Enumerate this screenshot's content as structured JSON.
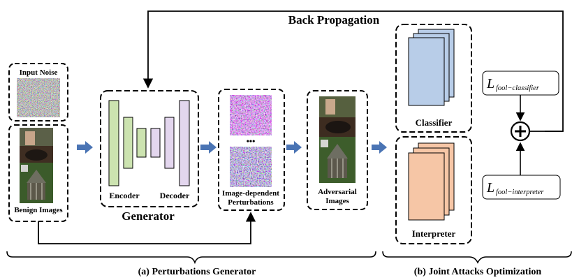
{
  "title": "",
  "labels": {
    "back_propagation": "Back Propagation",
    "input_noise": "Input Noise",
    "benign_images": "Benign Images",
    "encoder": "Encoder",
    "decoder": "Decoder",
    "generator": "Generator",
    "perturbations_line1": "Image-dependent",
    "perturbations_line2": "Perturbations",
    "perturbation_dots": "•••",
    "adversarial_line1": "Adversarial",
    "adversarial_line2": "Images",
    "classifier": "Classifier",
    "interpreter": "Interpreter",
    "loss_classifier_script": "L",
    "loss_classifier_sub": "fool−classifier",
    "loss_interpreter_script": "L",
    "loss_interpreter_sub": "fool−interpreter",
    "plus": "+",
    "caption_a": "(a)  Perturbations Generator",
    "caption_b": "(b)  Joint Attacks Optimization"
  },
  "colors": {
    "encoder_fill": "#cce3b0",
    "decoder_fill": "#e3d6ee",
    "classifier_fill": "#b8cde8",
    "interpreter_fill": "#f6c6a6",
    "arrow_blue": "#4a74b4",
    "line": "#000000"
  }
}
